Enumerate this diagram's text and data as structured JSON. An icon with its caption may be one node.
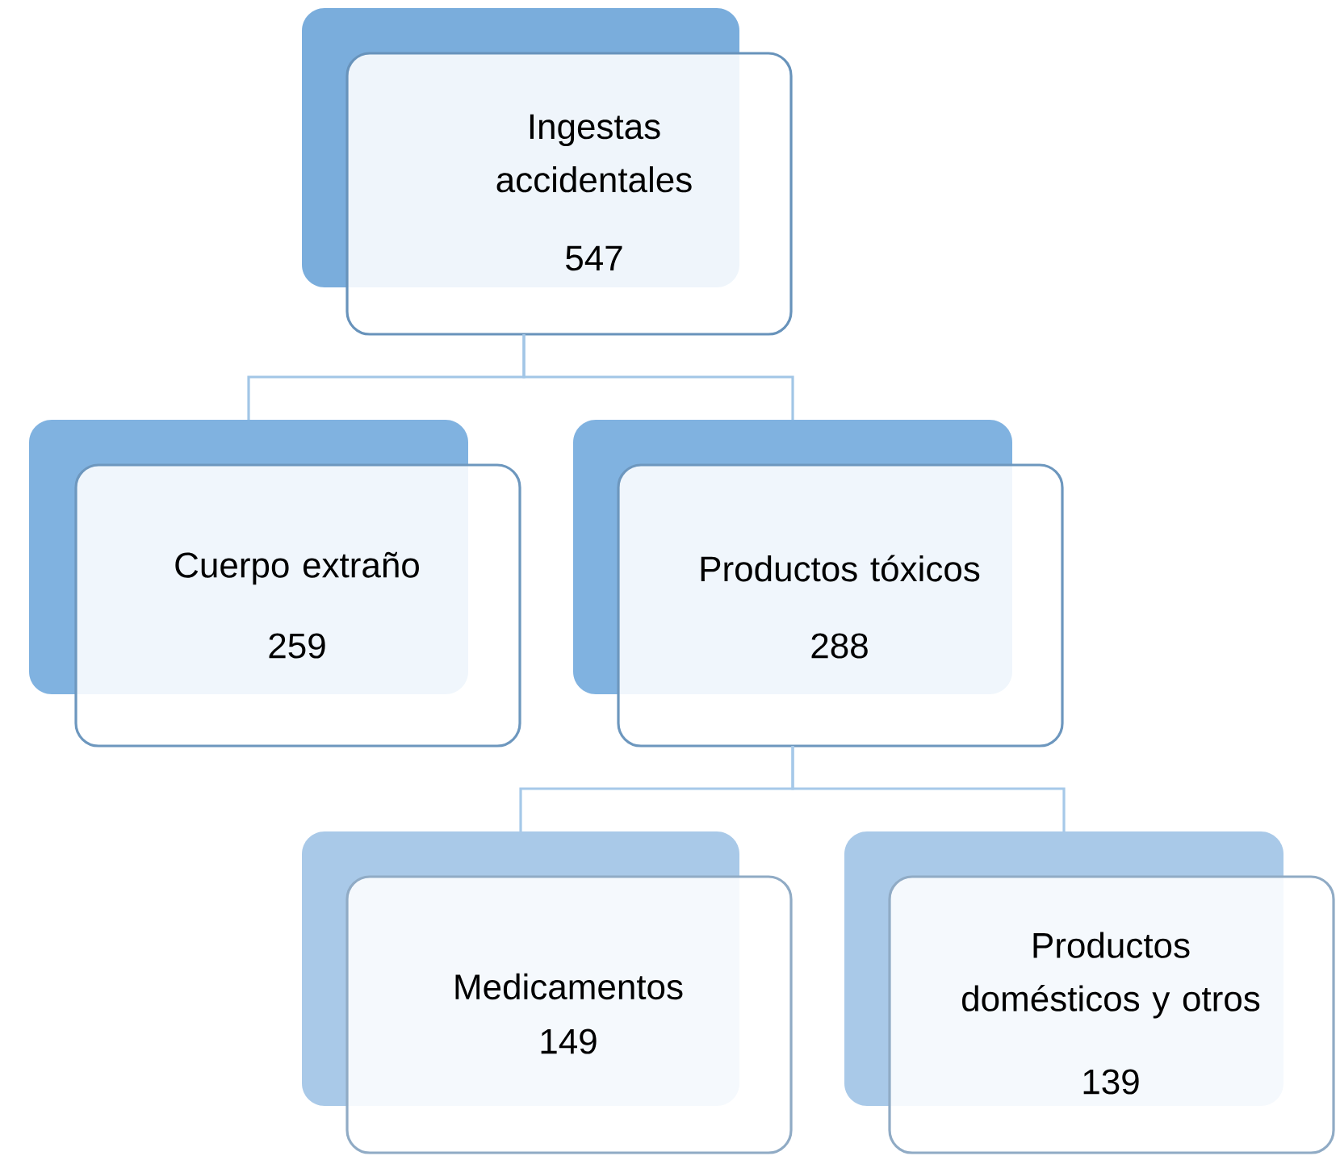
{
  "diagram": {
    "nodes": [
      {
        "text": [
          "Ingestas accidentales",
          "547"
        ]
      },
      {
        "text": [
          "Cuerpo extraño",
          "259"
        ]
      },
      {
        "text": [
          "Productos tóxicos",
          "288"
        ]
      },
      {
        "text": [
          "Medicamentos",
          "149"
        ]
      },
      {
        "text": [
          "Productos domésticos y otros",
          "139"
        ]
      }
    ],
    "edges": [
      {
        "from": 0,
        "to": 1,
        "arrow": "none"
      },
      {
        "from": 0,
        "to": 2,
        "arrow": "none"
      },
      {
        "from": 2,
        "to": 3,
        "arrow": "none"
      },
      {
        "from": 2,
        "to": 4,
        "arrow": "none"
      }
    ]
  }
}
